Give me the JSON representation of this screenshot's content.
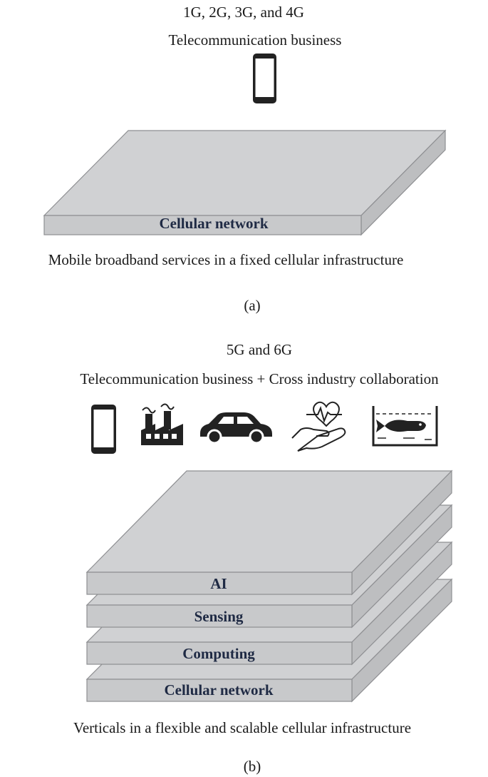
{
  "panel_a": {
    "title": "1G, 2G, 3G, and 4G",
    "subtitle": "Telecommunication business",
    "icons": [
      "smartphone-icon"
    ],
    "layers": [
      "Cellular network"
    ],
    "caption": "Mobile broadband services in a fixed cellular infrastructure",
    "panel_label": "(a)"
  },
  "panel_b": {
    "title": "5G and 6G",
    "subtitle": "Telecommunication business + Cross industry collaboration",
    "icons": [
      "smartphone-icon",
      "factory-icon",
      "car-icon",
      "healthcare-hand-heart-icon",
      "aquarium-fish-icon"
    ],
    "layers": [
      "AI",
      "Sensing",
      "Computing",
      "Cellular network"
    ],
    "caption": "Verticals in a flexible and scalable cellular infrastructure",
    "panel_label": "(b)"
  },
  "colors": {
    "slab_top": "#d0d1d3",
    "slab_front": "#c8c9cb",
    "slab_side": "#bdbec0",
    "outline": "#8e8f92",
    "label": "#1f2a44",
    "icon": "#222222"
  }
}
